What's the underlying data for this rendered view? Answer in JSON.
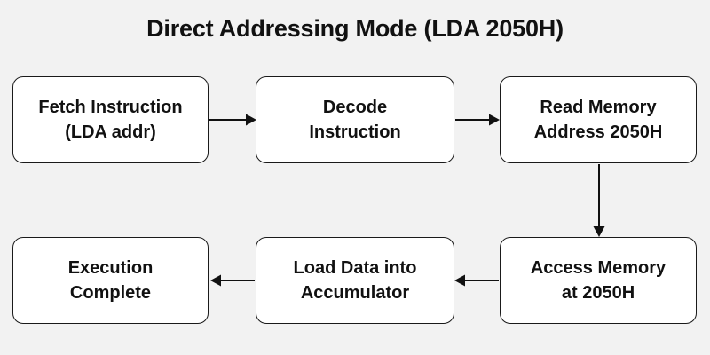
{
  "title": "Direct Addressing Mode (LDA 2050H)",
  "colors": {
    "background": "#f2f2f2",
    "node_fill": "#ffffff",
    "node_border": "#1a1a1a",
    "text": "#111111",
    "arrow": "#111111"
  },
  "flowchart": {
    "type": "flowchart",
    "nodes": [
      {
        "id": "fetch-instruction",
        "label": "Fetch Instruction\n(LDA addr)"
      },
      {
        "id": "decode-instruction",
        "label": "Decode\nInstruction"
      },
      {
        "id": "read-memory-address",
        "label": "Read Memory\nAddress 2050H"
      },
      {
        "id": "access-memory",
        "label": "Access Memory\nat 2050H"
      },
      {
        "id": "load-accumulator",
        "label": "Load Data into\nAccumulator"
      },
      {
        "id": "execution-complete",
        "label": "Execution\nComplete"
      }
    ],
    "edges": [
      {
        "from": "fetch-instruction",
        "to": "decode-instruction",
        "direction": "right"
      },
      {
        "from": "decode-instruction",
        "to": "read-memory-address",
        "direction": "right"
      },
      {
        "from": "read-memory-address",
        "to": "access-memory",
        "direction": "down"
      },
      {
        "from": "access-memory",
        "to": "load-accumulator",
        "direction": "left"
      },
      {
        "from": "load-accumulator",
        "to": "execution-complete",
        "direction": "left"
      }
    ]
  }
}
